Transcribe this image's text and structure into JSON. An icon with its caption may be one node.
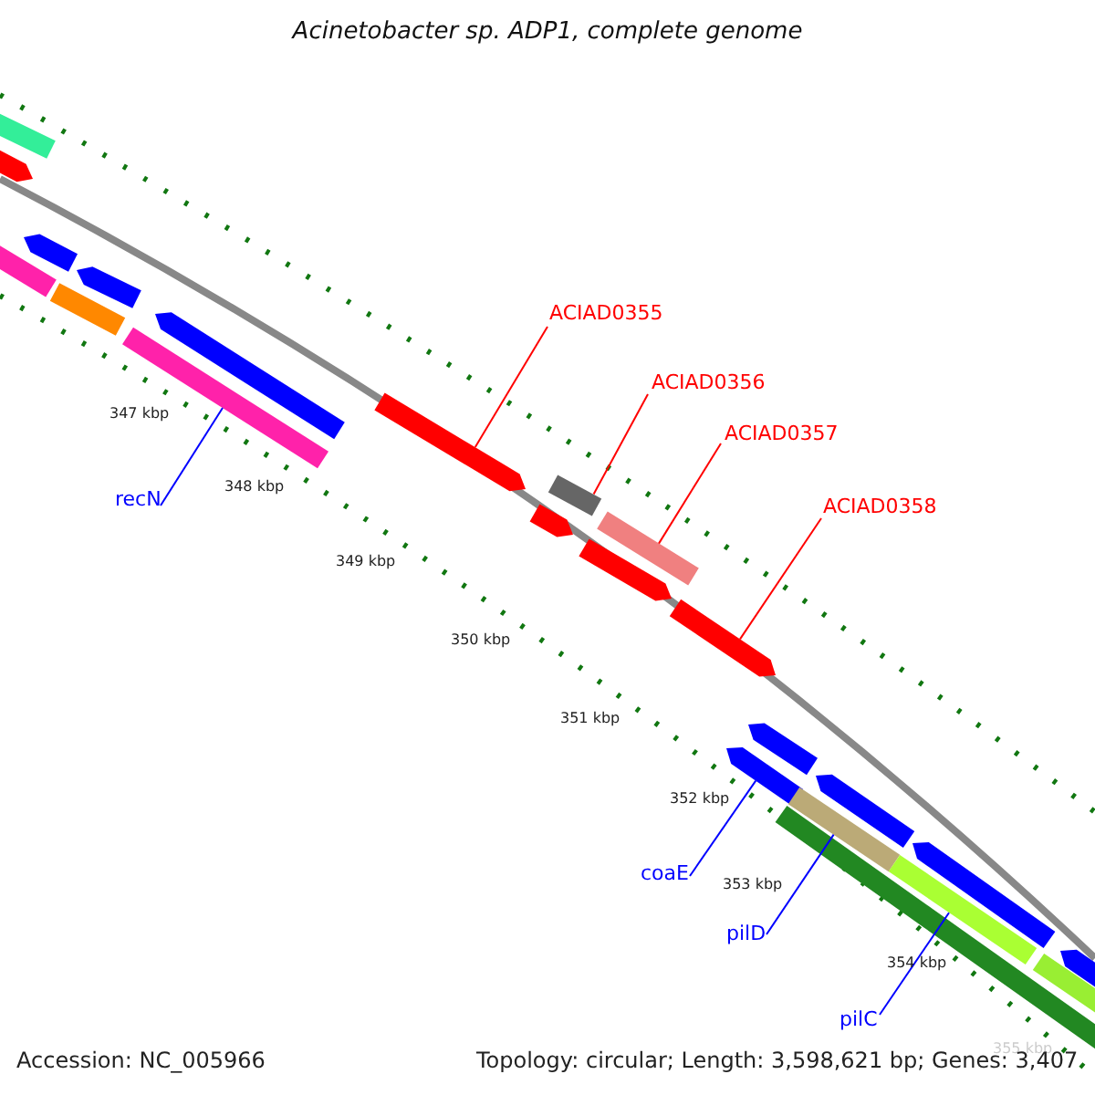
{
  "diagram": {
    "title": "Acinetobacter sp. ADP1, complete genome",
    "nodes": [
      {
        "text": [
          "ACIAD0355"
        ]
      },
      {
        "text": [
          "ACIAD0356"
        ]
      },
      {
        "text": [
          "ACIAD0357"
        ]
      },
      {
        "text": [
          "ACIAD0358"
        ]
      },
      {
        "text": [
          "recN"
        ]
      },
      {
        "text": [
          "coaE"
        ]
      },
      {
        "text": [
          "pilD"
        ]
      },
      {
        "text": [
          "pilC"
        ]
      },
      {
        "text": [],
        "shape": "bar"
      },
      {
        "text": [],
        "shape": "bar"
      },
      {
        "text": [],
        "shape": "bar"
      },
      {
        "text": [],
        "shape": "bar"
      },
      {
        "text": [],
        "shape": "bar"
      },
      {
        "text": [],
        "shape": "bar"
      },
      {
        "text": [],
        "shape": "bar"
      },
      {
        "text": [],
        "shape": "bar"
      },
      {
        "text": [],
        "shape": "bar"
      },
      {
        "text": [],
        "shape": "bar"
      },
      {
        "text": [],
        "shape": "bar"
      },
      {
        "text": [],
        "shape": "bar"
      },
      {
        "text": [],
        "shape": "bar"
      },
      {
        "text": [],
        "shape": "bar"
      },
      {
        "text": [],
        "shape": "bar"
      },
      {
        "text": [],
        "shape": "bar"
      },
      {
        "text": [],
        "shape": "bar"
      },
      {
        "text": [],
        "shape": "bar"
      },
      {
        "text": [],
        "shape": "bar"
      },
      {
        "text": [],
        "shape": "bar"
      },
      {
        "text": [],
        "shape": "bar"
      },
      {
        "text": [],
        "shape": "bar"
      },
      {
        "text": [],
        "shape": "bar"
      }
    ],
    "edges": [
      {
        "from": 0,
        "to": 10,
        "arrow": "none",
        "color": "#ff0000"
      },
      {
        "from": 1,
        "to": 11,
        "arrow": "none",
        "color": "#ff0000"
      },
      {
        "from": 2,
        "to": 12,
        "arrow": "none",
        "color": "#ff0000"
      },
      {
        "from": 3,
        "to": 13,
        "arrow": "none",
        "color": "#ff0000"
      },
      {
        "from": 4,
        "to": 8,
        "arrow": "none",
        "color": "#0000ff"
      },
      {
        "from": 5,
        "to": 9,
        "arrow": "none",
        "color": "#0000ff"
      },
      {
        "from": 6,
        "to": 14,
        "arrow": "none",
        "color": "#0000ff"
      },
      {
        "from": 7,
        "to": 15,
        "arrow": "none",
        "color": "#0000ff"
      }
    ],
    "labels": [
      "347 kbp",
      "348 kbp",
      "349 kbp",
      "350 kbp",
      "351 kbp",
      "352 kbp",
      "353 kbp",
      "354 kbp",
      "355 kbp",
      "Accession: NC_005966",
      "Topology: circular; Length: 3,598,621 bp; Genes: 3,407"
    ]
  }
}
